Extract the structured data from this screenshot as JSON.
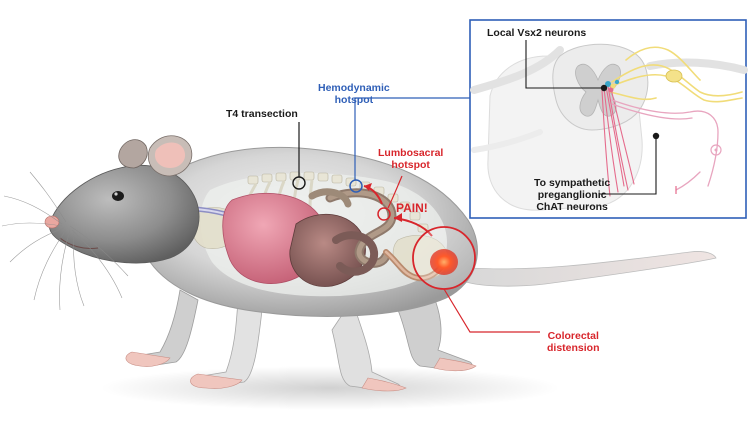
{
  "labels": {
    "t4": "T4 transection",
    "hemodynamic": [
      "Hemodynamic",
      "hotspot"
    ],
    "lumbosacral": [
      "Lumbosacral",
      "hotspot"
    ],
    "pain": "PAIN!",
    "colorectal": [
      "Colorectal",
      "distension"
    ],
    "vsx2": "Local Vsx2 neurons",
    "sympathetic": [
      "To sympathetic",
      "preganglionic",
      "ChAT neurons"
    ]
  },
  "colors": {
    "red": "#d8262c",
    "blue": "#2f5fb7",
    "black": "#1a1a1a",
    "inset_border": "#2f5fb7",
    "sympathetic_axon": "#e8a5bf",
    "sensory_axon": "#f1dc79"
  }
}
